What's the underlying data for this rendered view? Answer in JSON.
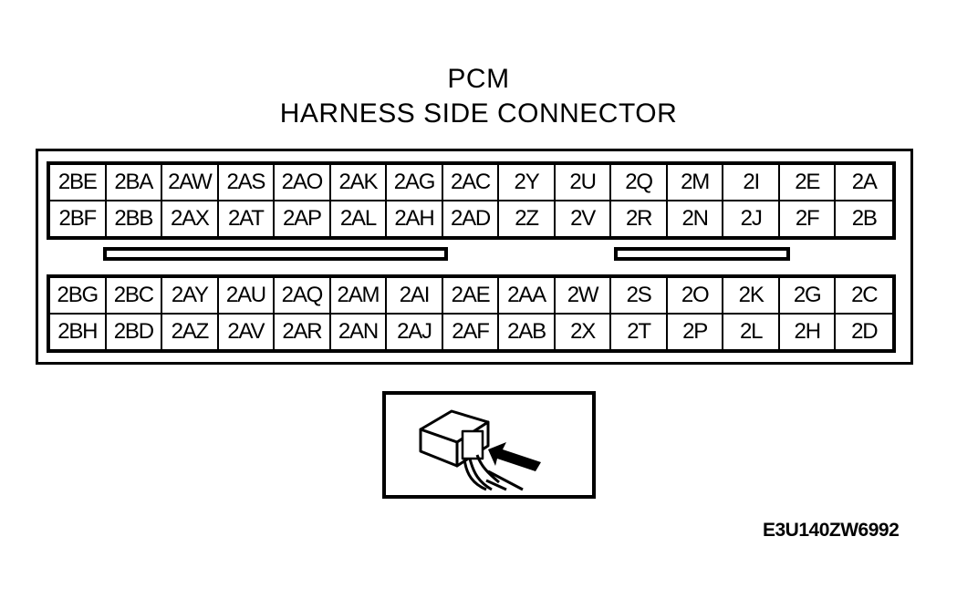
{
  "title_line1": "PCM",
  "title_line2": "HARNESS SIDE CONNECTOR",
  "upper_block": {
    "row1": [
      "2BE",
      "2BA",
      "2AW",
      "2AS",
      "2AO",
      "2AK",
      "2AG",
      "2AC",
      "2Y",
      "2U",
      "2Q",
      "2M",
      "2I",
      "2E",
      "2A"
    ],
    "row2": [
      "2BF",
      "2BB",
      "2AX",
      "2AT",
      "2AP",
      "2AL",
      "2AH",
      "2AD",
      "2Z",
      "2V",
      "2R",
      "2N",
      "2J",
      "2F",
      "2B"
    ]
  },
  "lower_block": {
    "row1": [
      "2BG",
      "2BC",
      "2AY",
      "2AU",
      "2AQ",
      "2AM",
      "2AI",
      "2AE",
      "2AA",
      "2W",
      "2S",
      "2O",
      "2K",
      "2G",
      "2C"
    ],
    "row2": [
      "2BH",
      "2BD",
      "2AZ",
      "2AV",
      "2AR",
      "2AN",
      "2AJ",
      "2AF",
      "2AB",
      "2X",
      "2T",
      "2P",
      "2L",
      "2H",
      "2D"
    ]
  },
  "figure_code": "E3U140ZW6992",
  "inset_icon": "connector-probe-icon"
}
